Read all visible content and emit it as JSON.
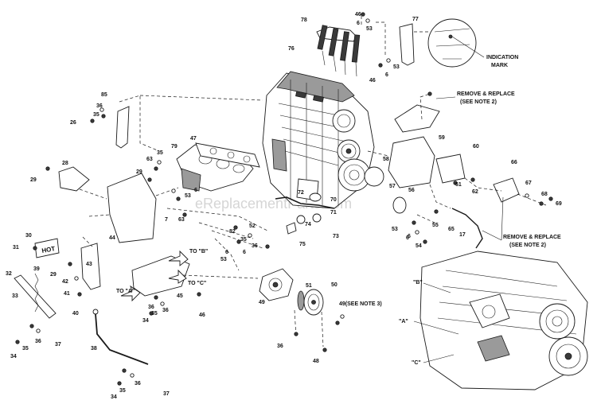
{
  "watermark": "eReplacementParts.com",
  "notes": {
    "indication_mark": [
      "INDICATION",
      "MARK"
    ],
    "remove_replace_top": [
      "REMOVE & REPLACE",
      "(SEE NOTE 2)"
    ],
    "remove_replace_right": [
      "REMOVE & REPLACE",
      "(SEE NOTE 2)"
    ],
    "to_a": "TO \"A\"",
    "to_b": "TO \"B\"",
    "to_c": "TO \"C\"",
    "detail_a": "\"A\"",
    "detail_b": "\"B\"",
    "detail_c": "\"C\"",
    "hot": "HOT",
    "see_note_3": "49(SEE NOTE 3)"
  },
  "callouts": [
    "46",
    "6",
    "53",
    "78",
    "77",
    "76",
    "53",
    "6",
    "46",
    "85",
    "36",
    "35",
    "26",
    "47",
    "79",
    "35",
    "63",
    "29",
    "28",
    "29",
    "6",
    "53",
    "63",
    "7",
    "44",
    "30",
    "31",
    "43",
    "29",
    "42",
    "41",
    "40",
    "39",
    "32",
    "33",
    "37",
    "34",
    "35",
    "36",
    "38",
    "34",
    "35",
    "36",
    "37",
    "36",
    "46",
    "34",
    "35",
    "36",
    "45",
    "53",
    "6",
    "82",
    "35",
    "36",
    "72",
    "70",
    "71",
    "74",
    "73",
    "75",
    "58",
    "57",
    "56",
    "59",
    "60",
    "61",
    "62",
    "66",
    "67",
    "68",
    "69",
    "55",
    "6",
    "53",
    "54",
    "65",
    "17",
    "51",
    "50",
    "49",
    "36",
    "48",
    "52",
    "6",
    "6"
  ]
}
